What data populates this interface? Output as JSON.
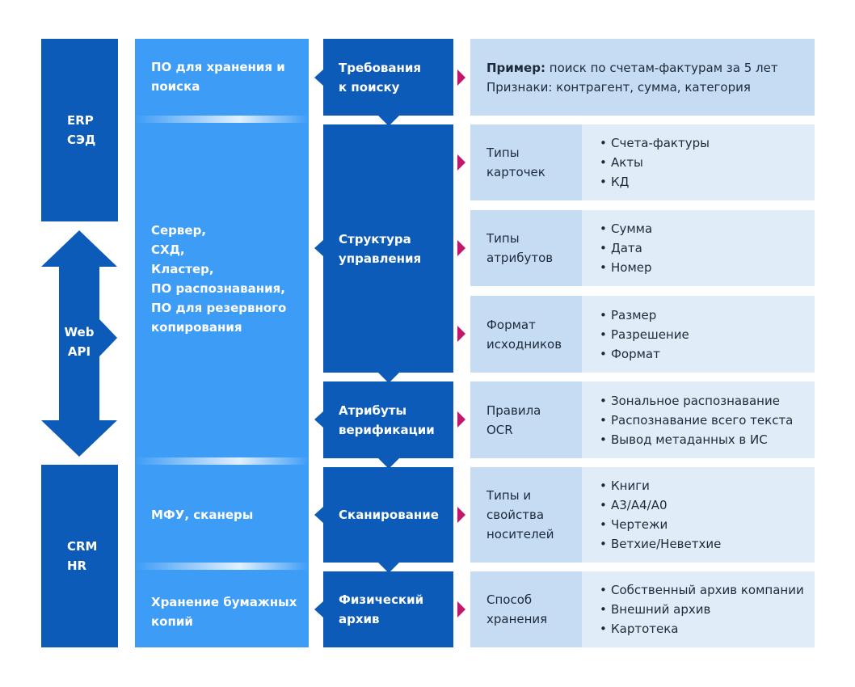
{
  "systems": {
    "top": [
      "ERP",
      "СЭД"
    ],
    "api": [
      "Web",
      "API"
    ],
    "bottom": [
      "CRM",
      "HR"
    ]
  },
  "infrastructure": [
    "ПО для хранения и поиска",
    "Сервер, СХД, Кластер, ПО распознавания, ПО для резервного копирования",
    "МФУ, сканеры",
    "Хранение бумажных копий"
  ],
  "infrastructure_lines": {
    "storage_search": [
      "ПО для хранения и",
      "поиска"
    ],
    "servers": [
      "Сервер,",
      "СХД,",
      "Кластер,",
      "ПО распознавания,",
      "ПО для резервного",
      "копирования"
    ],
    "scanners": [
      "МФУ, сканеры"
    ],
    "paper": [
      "Хранение бумажных",
      "копий"
    ]
  },
  "stages": [
    [
      "Требования",
      "к поиску"
    ],
    [
      "Структура",
      "управления"
    ],
    [
      "Атрибуты",
      "верификации"
    ],
    [
      "Сканирование"
    ],
    [
      "Физический",
      "архив"
    ]
  ],
  "search_example": {
    "prefix": "Пример:",
    "line1": "поиск по счетам-фактурам за 5 лет",
    "line2": "Признаки: контрагент, сумма, категория"
  },
  "details": [
    {
      "label": [
        "Типы",
        "карточек"
      ],
      "items": [
        "Счета-фактуры",
        "Акты",
        "КД"
      ]
    },
    {
      "label": [
        "Типы",
        "атрибутов"
      ],
      "items": [
        "Сумма",
        "Дата",
        "Номер"
      ]
    },
    {
      "label": [
        "Формат",
        "исходников"
      ],
      "items": [
        "Размер",
        "Разрешение",
        "Формат"
      ]
    },
    {
      "label": [
        "Правила",
        "OCR"
      ],
      "items": [
        "Зональное распознавание",
        "Распознавание всего текста",
        "Вывод метаданных в ИС"
      ]
    },
    {
      "label": [
        "Типы и",
        "свойства",
        "носителей"
      ],
      "items": [
        "Книги",
        "А3/А4/А0",
        "Чертежи",
        "Ветхие/Неветхие"
      ]
    },
    {
      "label": [
        "Способ",
        "хранения"
      ],
      "items": [
        "Собственный архив компании",
        "Внешний архив",
        "Картотека"
      ]
    }
  ],
  "colors": {
    "navy": "#0d5bb8",
    "blue": "#1f6fd1",
    "light_blue": "#3d9cf6",
    "pale_blue": "#c6dcf3",
    "paler_blue": "#e1ecf9",
    "magenta": "#c2186b"
  }
}
